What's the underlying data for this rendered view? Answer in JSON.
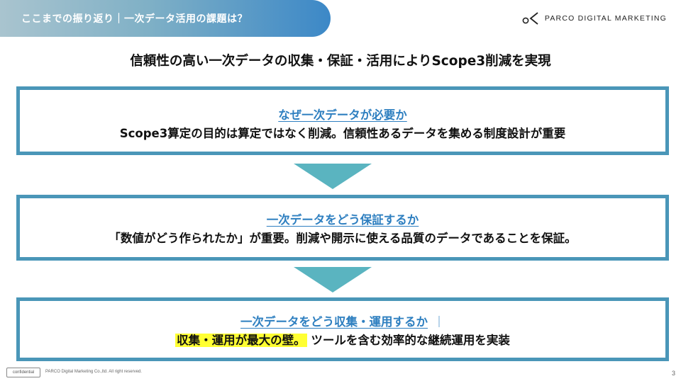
{
  "header": {
    "title": "ここまでの振り返り｜一次データ活用の課題は？",
    "brand": "PARCO DIGITAL MARKETING"
  },
  "headline": "信頼性の高い一次データの収集・保証・活用によりScope3削減を実現",
  "sections": [
    {
      "title": "なぜ一次データが必要か",
      "desc": "Scope3算定の目的は算定ではなく削減。信頼性あるデータを集める制度設計が重要"
    },
    {
      "title": "一次データをどう保証するか",
      "desc": "「数値がどう作られたか」が重要。削減や開示に使える品質のデータであることを保証。"
    },
    {
      "title": "一次データをどう収集・運用するか",
      "separator": "｜",
      "desc_highlight": "収集・運用が最大の壁。",
      "desc_rest": "ツールを含む効率的な継続運用を実装"
    }
  ],
  "colors": {
    "box_border": "#4a96b8",
    "arrow": "#5ab4c0",
    "title_link": "#2e7fc0",
    "highlight": "#ffff33"
  },
  "footer": {
    "label": "confidential",
    "copyright": "PARCO Digital Marketing Co.,ltd. All right reserved.",
    "page": "3"
  }
}
